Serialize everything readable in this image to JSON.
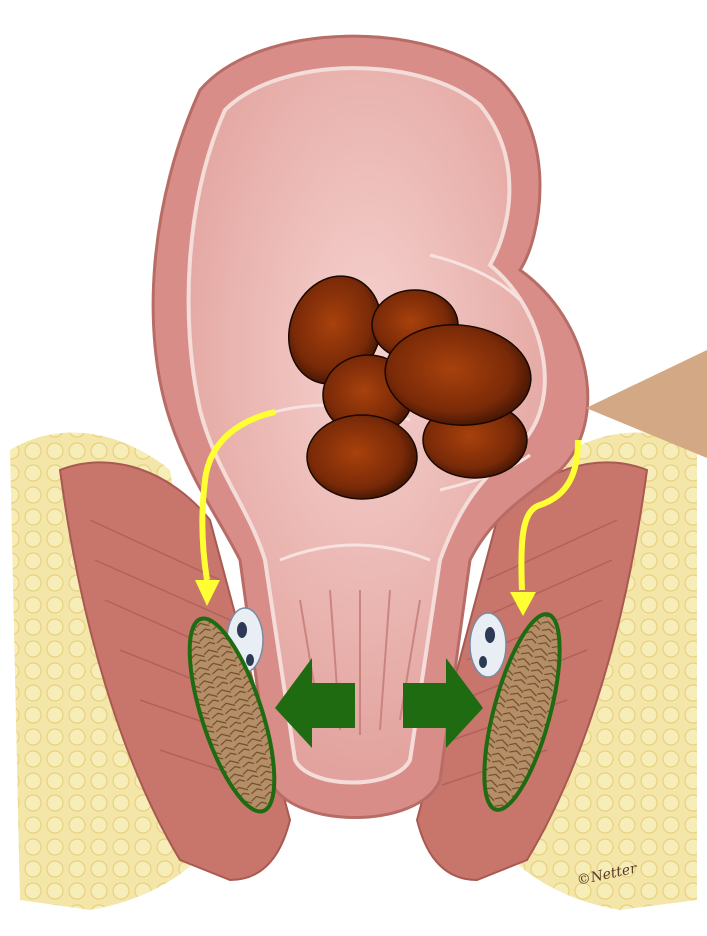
{
  "figure": {
    "signature": "©Netter",
    "colors": {
      "background": "#ffffff",
      "fat": "#f2e39a",
      "muscle": "#c9776f",
      "mucosa": "#e7a8a4",
      "lumen": "#f0c4c0",
      "stool": "#7a2a08",
      "arrow_flow": "#ffff33",
      "arrow_push": "#1f6b12",
      "ellipse_outline": "#1f6b12",
      "texture": "#b08a62",
      "pointer": "#d3a985"
    },
    "elements": {
      "stool_mass": "stool-pellets",
      "flow_arrows": "yellow-curved-arrows",
      "push_arrows": "green-outward-arrows",
      "highlighted_regions": "green-ellipses",
      "callout": "tan-pointer-triangle"
    }
  }
}
